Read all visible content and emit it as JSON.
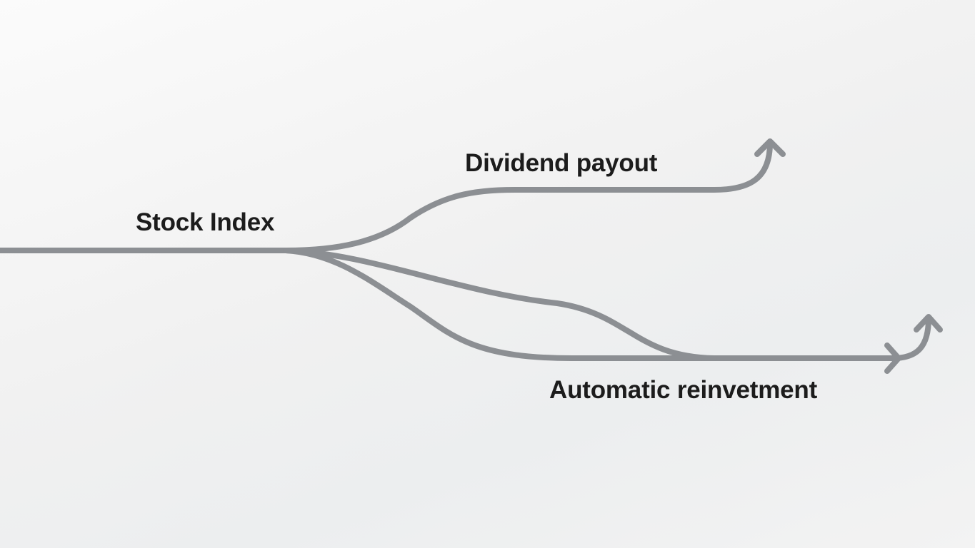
{
  "labels": {
    "source": "Stock Index",
    "upper_branch": "Dividend payout",
    "lower_branch": "Automatic reinvetment"
  },
  "colors": {
    "line": "#8c8f93",
    "text": "#1c1c1c"
  },
  "icons": [
    "arrow-up-icon",
    "arrow-right-icon"
  ]
}
